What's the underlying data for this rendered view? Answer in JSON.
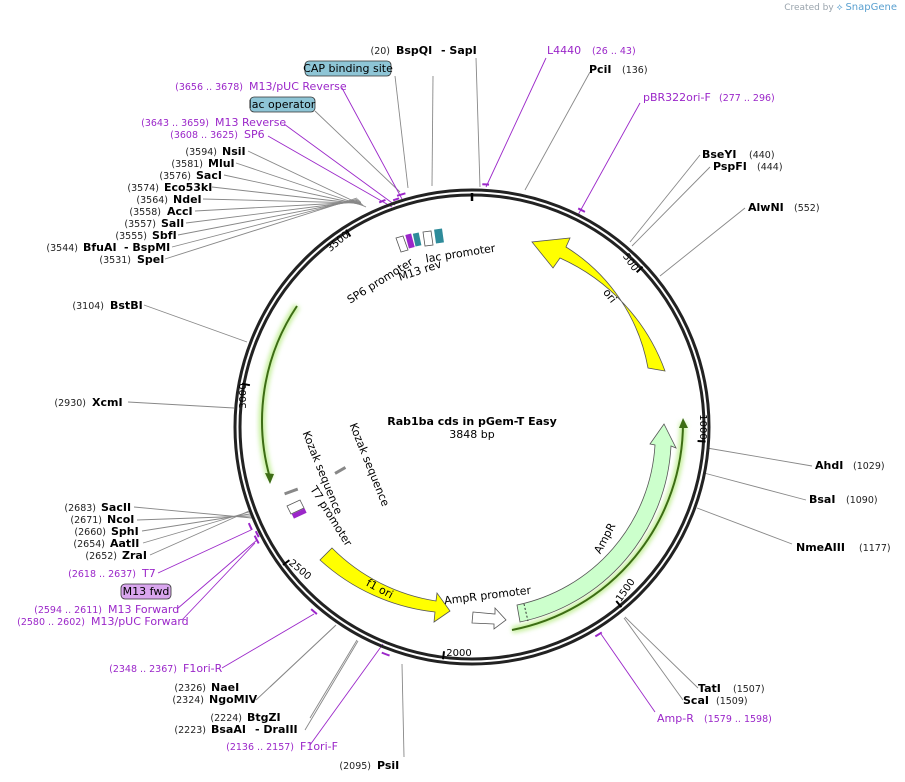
{
  "credit": {
    "prefix": "Created by",
    "brand": "SnapGene"
  },
  "plasmid": {
    "name": "Rab1ba cds in pGem-T Easy",
    "size_label": "3848 bp"
  },
  "ticks": [
    "500",
    "1000",
    "1500",
    "2000",
    "2500",
    "3000",
    "3500"
  ],
  "sites": [
    {
      "num": "(20)",
      "name": "BspQI",
      "extra": "- SapI"
    },
    {
      "num": "(136)",
      "name": "PciI"
    },
    {
      "num": "(440)",
      "name": "BseYI"
    },
    {
      "num": "(444)",
      "name": "PspFI"
    },
    {
      "num": "(552)",
      "name": "AlwNI"
    },
    {
      "num": "(1029)",
      "name": "AhdI"
    },
    {
      "num": "(1090)",
      "name": "BsaI"
    },
    {
      "num": "(1177)",
      "name": "NmeAIII"
    },
    {
      "num": "(1507)",
      "name": "TatI"
    },
    {
      "num": "(1509)",
      "name": "ScaI"
    },
    {
      "num": "(2095)",
      "name": "PsiI"
    },
    {
      "num": "(2224)",
      "name": "BtgZI"
    },
    {
      "num": "(2223)",
      "name": "BsaAI",
      "extra": "- DraIII"
    },
    {
      "num": "(2326)",
      "name": "NaeI"
    },
    {
      "num": "(2324)",
      "name": "NgoMIV"
    },
    {
      "num": "(2683)",
      "name": "SacII"
    },
    {
      "num": "(2671)",
      "name": "NcoI"
    },
    {
      "num": "(2660)",
      "name": "SphI"
    },
    {
      "num": "(2654)",
      "name": "AatII"
    },
    {
      "num": "(2652)",
      "name": "ZraI"
    },
    {
      "num": "(2930)",
      "name": "XcmI"
    },
    {
      "num": "(3104)",
      "name": "BstBI"
    },
    {
      "num": "(3594)",
      "name": "NsiI"
    },
    {
      "num": "(3581)",
      "name": "MluI"
    },
    {
      "num": "(3576)",
      "name": "SacI"
    },
    {
      "num": "(3574)",
      "name": "Eco53kI"
    },
    {
      "num": "(3564)",
      "name": "NdeI"
    },
    {
      "num": "(3558)",
      "name": "AccI"
    },
    {
      "num": "(3557)",
      "name": "SalI"
    },
    {
      "num": "(3555)",
      "name": "SbfI"
    },
    {
      "num": "(3544)",
      "name": "BfuAI",
      "extra": "- BspMI"
    },
    {
      "num": "(3531)",
      "name": "SpeI"
    }
  ],
  "primers": [
    {
      "name": "L4440",
      "range": "(26 .. 43)"
    },
    {
      "name": "pBR322ori-F",
      "range": "(277 .. 296)"
    },
    {
      "name": "Amp-R",
      "range": "(1579 .. 1598)"
    },
    {
      "name": "F1ori-F",
      "range": "(2136 .. 2157)"
    },
    {
      "name": "F1ori-R",
      "range": "(2348 .. 2367)"
    },
    {
      "name": "M13/pUC Forward",
      "range": "(2580 .. 2602)"
    },
    {
      "name": "M13 Forward",
      "range": "(2594 .. 2611)"
    },
    {
      "name": "T7",
      "range": "(2618 .. 2637)"
    },
    {
      "name": "SP6",
      "range": "(3608 .. 3625)"
    },
    {
      "name": "M13 Reverse",
      "range": "(3643 .. 3659)"
    },
    {
      "name": "M13/pUC Reverse",
      "range": "(3656 .. 3678)"
    }
  ],
  "boxes": {
    "cap": "CAP binding site",
    "lac_op": "lac operator",
    "m13fwd": "M13 fwd"
  },
  "features": {
    "ori": "ori",
    "ampr": "AmpR",
    "ampr_promoter": "AmpR promoter",
    "f1ori": "f1 ori",
    "lac_promoter": "lac promoter",
    "m13rev": "M13 rev",
    "sp6_promoter": "SP6 promoter",
    "t7_promoter": "T7 promoter",
    "kozak1": "Kozak sequence",
    "kozak2": "Kozak sequence"
  },
  "colors": {
    "ori": "#ffff00",
    "ampr": "#ccffcc",
    "f1ori": "#ffff00",
    "primer": "#9b27c9",
    "box": "#8ec5d6",
    "m13fwd_box": "#d9a6ee",
    "orf": "#5a8f1e"
  }
}
